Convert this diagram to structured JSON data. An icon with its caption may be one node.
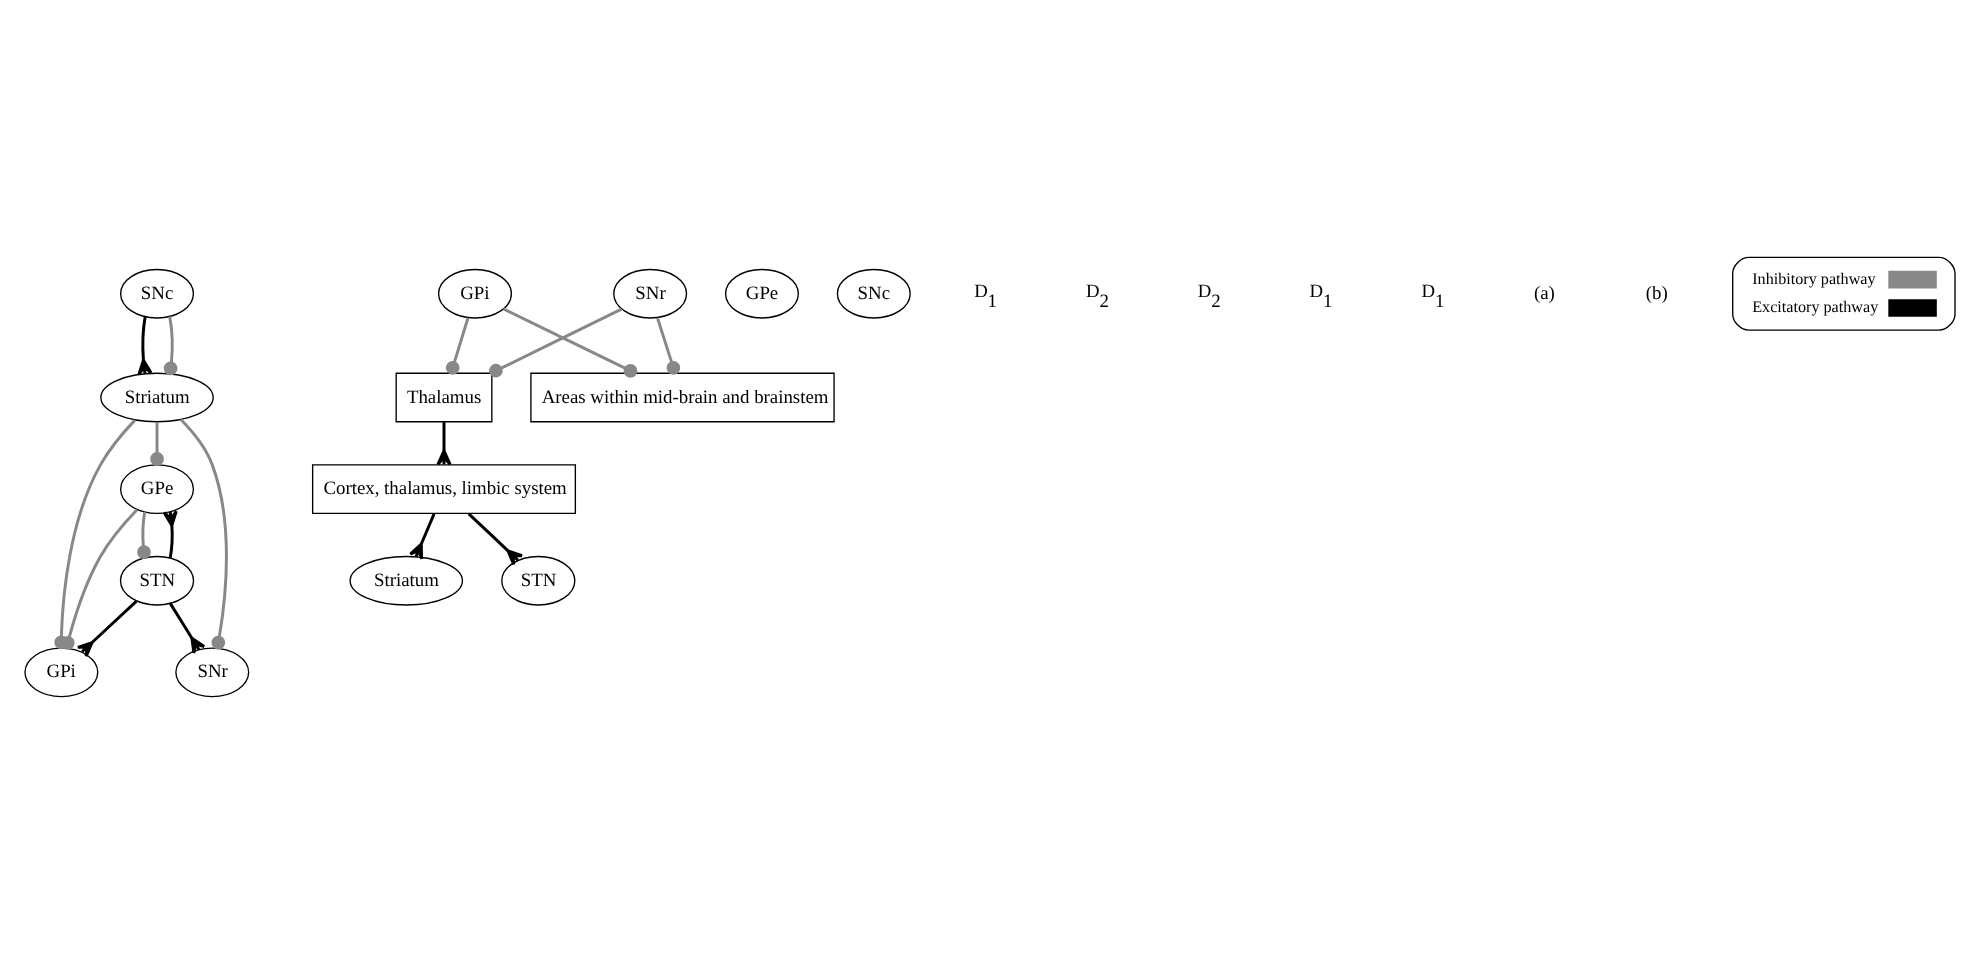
{
  "diagram": {
    "nodes": [
      {
        "text": [
          "Striatum"
        ]
      },
      {
        "text": [
          "GPe"
        ]
      },
      {
        "text": [
          "GPi"
        ]
      },
      {
        "text": [
          "STN"
        ]
      },
      {
        "text": [
          "SNc"
        ]
      },
      {
        "text": [
          "SNr"
        ]
      },
      {
        "text": [
          "Cortex, thalamus, limbic system"
        ]
      },
      {
        "text": [
          "Thalamus"
        ]
      },
      {
        "text": [
          "Striatum"
        ]
      },
      {
        "text": [
          "GPe"
        ]
      },
      {
        "text": [
          "GPi"
        ]
      },
      {
        "text": [
          "STN"
        ]
      },
      {
        "text": [
          "SNc"
        ]
      },
      {
        "text": [
          "SNr"
        ]
      },
      {
        "text": [
          "Areas within mid-brain and brainstem"
        ]
      }
    ],
    "edges": [
      {
        "from": 4,
        "to": 0,
        "arrow": "other",
        "color": "#000000"
      },
      {
        "from": 4,
        "to": 0,
        "arrow": "other"
      },
      {
        "from": 0,
        "to": 1,
        "arrow": "other"
      },
      {
        "from": 0,
        "to": 2,
        "arrow": "other"
      },
      {
        "from": 0,
        "to": 5,
        "arrow": "other"
      },
      {
        "from": 1,
        "to": 2,
        "arrow": "other"
      },
      {
        "from": 1,
        "to": 3,
        "arrow": "other"
      },
      {
        "from": 3,
        "to": 1,
        "arrow": "other",
        "color": "#000000"
      },
      {
        "from": 3,
        "to": 2,
        "arrow": "other",
        "color": "#000000"
      },
      {
        "from": 3,
        "to": 5,
        "arrow": "other",
        "color": "#000000"
      },
      {
        "from": 6,
        "to": 8,
        "arrow": "other",
        "color": "#000000"
      },
      {
        "from": 6,
        "to": 11,
        "arrow": "other",
        "color": "#000000"
      },
      {
        "from": 7,
        "to": 6,
        "arrow": "other",
        "color": "#000000"
      },
      {
        "from": 10,
        "to": 7,
        "arrow": "other"
      },
      {
        "from": 13,
        "to": 7,
        "arrow": "other"
      },
      {
        "from": 10,
        "to": 14,
        "arrow": "other"
      },
      {
        "from": 13,
        "to": 14,
        "arrow": "other"
      }
    ],
    "labels": [
      "D$_{1}$",
      "D$_{2}$",
      "D$_{2}$",
      "D$_{1}$",
      "D$_{1}$",
      "(a)",
      "(b)"
    ],
    "legend": [
      {
        "text": "Inhibitory pathway"
      },
      {
        "text": "Excitatory pathway"
      }
    ]
  }
}
